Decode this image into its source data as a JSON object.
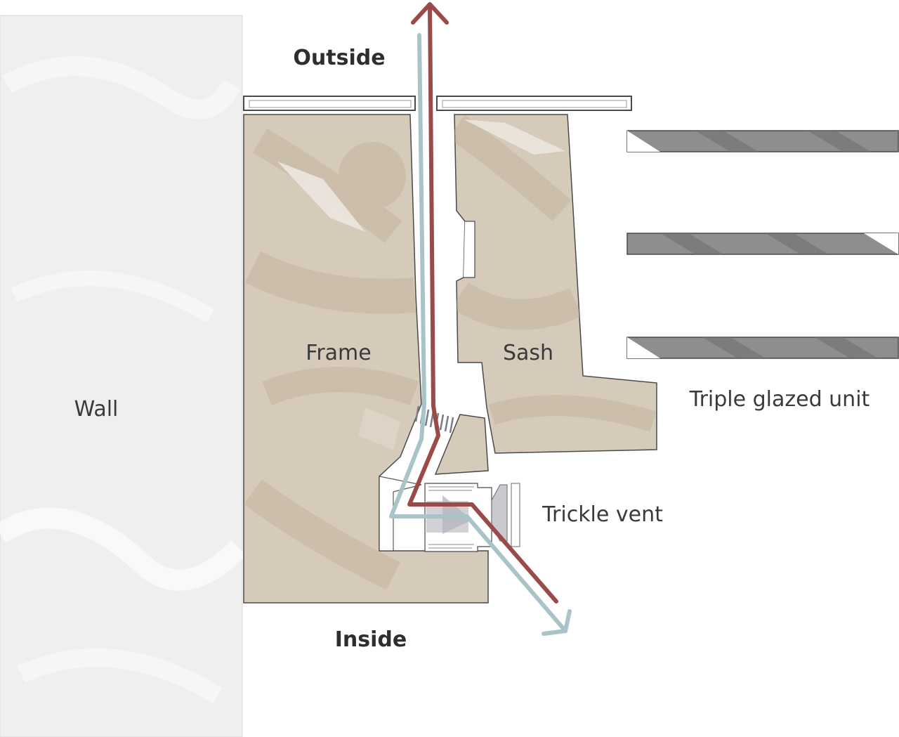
{
  "labels": {
    "outside": "Outside",
    "inside": "Inside",
    "wall": "Wall",
    "frame": "Frame",
    "sash": "Sash",
    "triple_glazed_unit": "Triple glazed unit",
    "trickle_vent": "Trickle vent"
  },
  "colors": {
    "wall_fill": "#efefef",
    "wood_fill": "#d6cbba",
    "wood_grain": "#cabca6",
    "glass_fill": "#8e8e8e",
    "glass_dark": "#6f6f6f",
    "vent_fill": "#c9c9cf",
    "red_arrow": "#9b4a4a",
    "blue_arrow": "#a9c4c9",
    "outline": "#4a4a4a"
  }
}
